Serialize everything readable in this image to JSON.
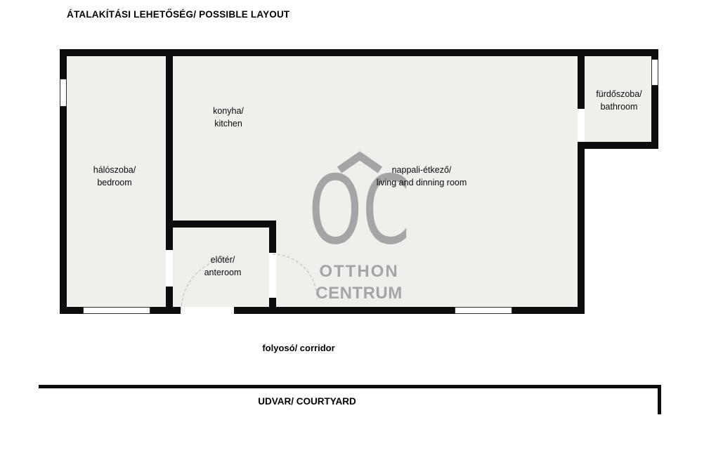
{
  "title": "ÁTALAKÍTÁSI LEHETŐSÉG/ POSSIBLE LAYOUT",
  "rooms": {
    "bedroom": {
      "hu": "hálószoba/",
      "en": "bedroom"
    },
    "kitchen": {
      "hu": "konyha/",
      "en": "kitchen"
    },
    "living": {
      "hu": "nappali-étkező/",
      "en": "living and dinning room"
    },
    "anteroom": {
      "hu": "előtér/",
      "en": "anteroom"
    },
    "bathroom": {
      "hu": "fürdőszoba/",
      "en": "bathroom"
    }
  },
  "labels": {
    "corridor": "folyosó/ corridor",
    "courtyard": "UDVAR/ COURTYARD"
  },
  "watermark": {
    "logo": "OC",
    "line1": "OTTHON",
    "line2": "CENTRUM"
  },
  "colors": {
    "floor": "#f0efeb",
    "wall": "#0d0d0d",
    "watermark": "#a5a5a5"
  }
}
